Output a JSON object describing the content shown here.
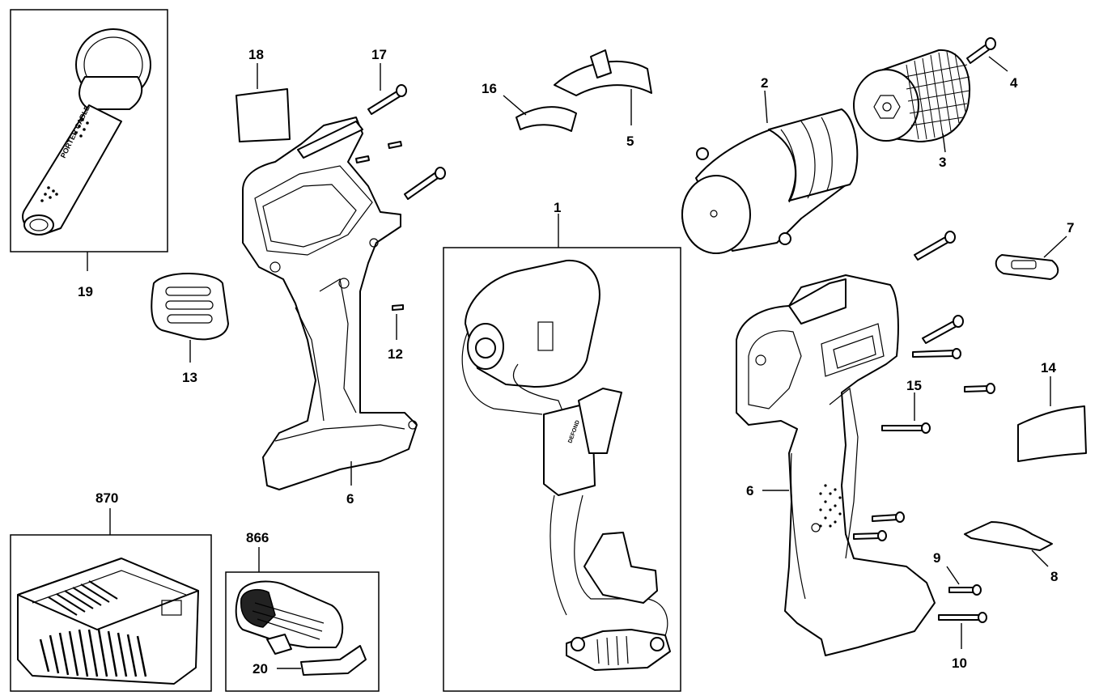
{
  "diagram": {
    "labels": {
      "l1": "1",
      "l2": "2",
      "l3": "3",
      "l4": "4",
      "l5": "5",
      "l6a": "6",
      "l6b": "6",
      "l7": "7",
      "l8": "8",
      "l9": "9",
      "l10": "10",
      "l12": "12",
      "l13": "13",
      "l14": "14",
      "l15": "15",
      "l16": "16",
      "l17": "17",
      "l18": "18",
      "l19": "19",
      "l20": "20",
      "l866": "866",
      "l870": "870"
    },
    "part_markings": {
      "handle_brand": "PORTER CABLE",
      "switch_brand": "DEFOND"
    }
  }
}
